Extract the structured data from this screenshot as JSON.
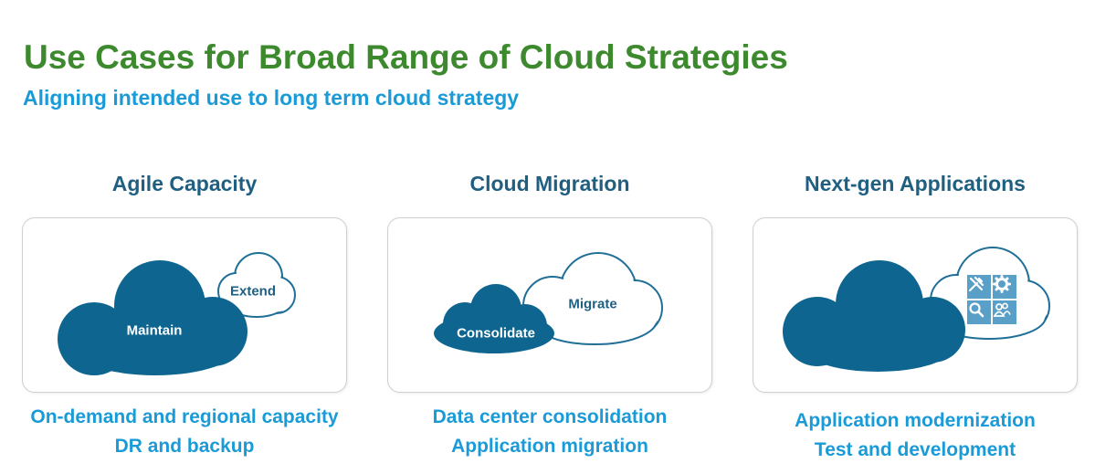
{
  "header": {
    "title": "Use Cases for Broad Range of Cloud Strategies",
    "subtitle": "Aligning intended use to long term cloud strategy"
  },
  "columns": [
    {
      "heading": "Agile Capacity",
      "cloud_labels": {
        "main": "Maintain",
        "secondary": "Extend"
      },
      "bullets": [
        "On-demand and regional capacity",
        "DR and backup"
      ]
    },
    {
      "heading": "Cloud Migration",
      "cloud_labels": {
        "main": "Consolidate",
        "secondary": "Migrate"
      },
      "bullets": [
        "Data center consolidation",
        "Application migration"
      ]
    },
    {
      "heading": "Next-gen Applications",
      "app_icons": [
        "tools-icon",
        "gear-icon",
        "search-icon",
        "users-icon"
      ],
      "bullets": [
        "Application modernization",
        "Test and development"
      ]
    }
  ],
  "colors": {
    "title": "#3d8a2e",
    "subtitle": "#1a9bd7",
    "heading": "#1f5f82",
    "cloud_fill": "#0e6690",
    "cloud_outline": "#1f6f97",
    "tile": "#5a9fc7"
  }
}
